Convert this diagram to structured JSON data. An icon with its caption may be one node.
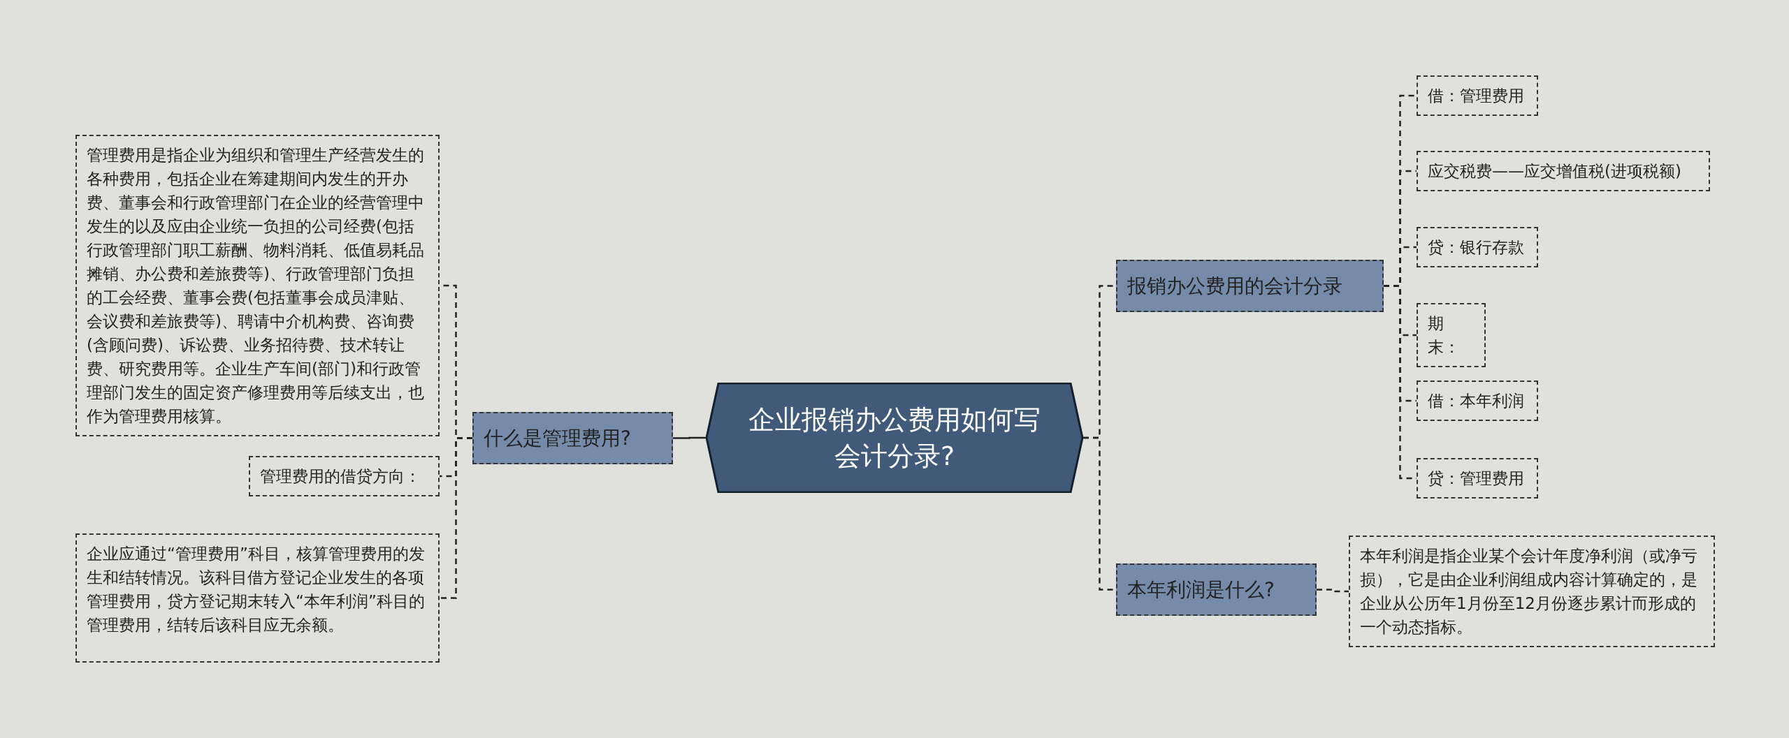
{
  "diagram": {
    "nodes": [
      {
        "text": [
          "企业报销办公费用如何写会计分录?"
        ]
      },
      {
        "text": [
          "什么是管理费用?"
        ]
      },
      {
        "text": [
          "管理费用是指企业为组织和管理生产经营发生的各种费用，包括企业在筹建期间内发生的开办费、董事会和行政管理部门在企业的经营管理中发生的以及应由企业统一负担的公司经费(包括行政管理部门职工薪酬、物料消耗、低值易耗品摊销、办公费和差旅费等)、行政管理部门负担的工会经费、董事会费(包括董事会成员津贴、会议费和差旅费等)、聘请中介机构费、咨询费(含顾问费)、诉讼费、业务招待费、技术转让费、研究费用等。企业生产车间(部门)和行政管理部门发生的固定资产修理费用等后续支出，也作为管理费用核算。"
        ]
      },
      {
        "text": [
          "管理费用的借贷方向："
        ]
      },
      {
        "text": [
          "企业应通过“管理费用”科目，核算管理费用的发生和结转情况。该科目借方登记企业发生的各项管理费用，贷方登记期末转入“本年利润”科目的管理费用，结转后该科目应无余额。"
        ]
      },
      {
        "text": [
          "报销办公费用的会计分录"
        ]
      },
      {
        "text": [
          "借：管理费用"
        ]
      },
      {
        "text": [
          "应交税费——应交增值税(进项税额)"
        ]
      },
      {
        "text": [
          "贷：银行存款"
        ]
      },
      {
        "text": [
          "期末："
        ]
      },
      {
        "text": [
          "借：本年利润"
        ]
      },
      {
        "text": [
          "贷：管理费用"
        ]
      },
      {
        "text": [
          "本年利润是什么?"
        ]
      },
      {
        "text": [
          "本年利润是指企业某个会计年度净利润（或净亏损），它是由企业利润组成内容计算确定的，是企业从公历年1月份至12月份逐步累计而形成的一个动态指标。"
        ]
      }
    ],
    "edges": [
      {
        "from": 0,
        "to": 1,
        "arrow": "none"
      },
      {
        "from": 1,
        "to": 2,
        "arrow": "none",
        "style": "dashed"
      },
      {
        "from": 1,
        "to": 3,
        "arrow": "none",
        "style": "dashed"
      },
      {
        "from": 1,
        "to": 4,
        "arrow": "none",
        "style": "dashed"
      },
      {
        "from": 0,
        "to": 5,
        "arrow": "none",
        "style": "dashed"
      },
      {
        "from": 5,
        "to": 6,
        "arrow": "none",
        "style": "dashed"
      },
      {
        "from": 5,
        "to": 7,
        "arrow": "none",
        "style": "dashed"
      },
      {
        "from": 5,
        "to": 8,
        "arrow": "none",
        "style": "dashed"
      },
      {
        "from": 5,
        "to": 9,
        "arrow": "none",
        "style": "dashed"
      },
      {
        "from": 5,
        "to": 10,
        "arrow": "none",
        "style": "dashed"
      },
      {
        "from": 5,
        "to": 11,
        "arrow": "none",
        "style": "dashed"
      },
      {
        "from": 0,
        "to": 12,
        "arrow": "none",
        "style": "dashed"
      },
      {
        "from": 12,
        "to": 13,
        "arrow": "none",
        "style": "dashed"
      }
    ]
  }
}
